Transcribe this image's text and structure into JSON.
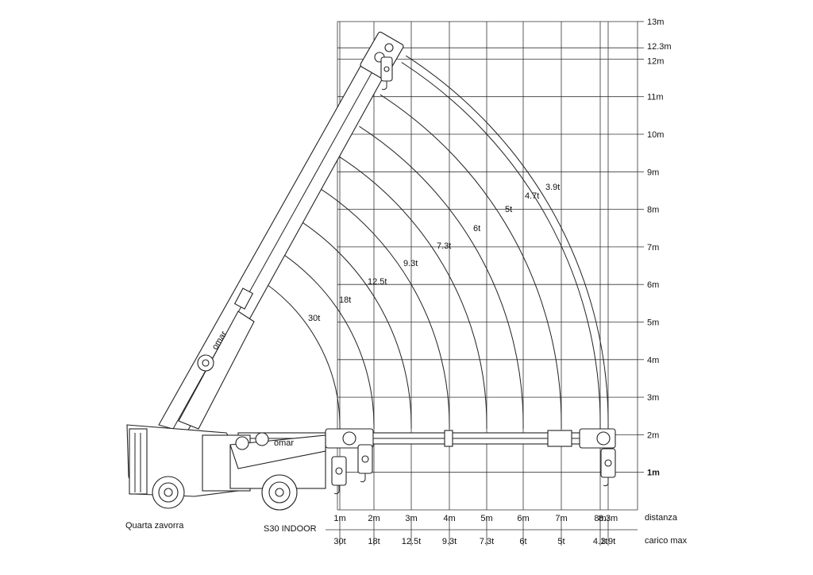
{
  "chart_data": {
    "type": "load-chart",
    "model": "S30 INDOOR",
    "ballast_label": "Quarta zavorra",
    "brand": "omar",
    "heights": [
      {
        "value": 1,
        "label": "1m"
      },
      {
        "value": 2,
        "label": "2m"
      },
      {
        "value": 3,
        "label": "3m"
      },
      {
        "value": 4,
        "label": "4m"
      },
      {
        "value": 5,
        "label": "5m"
      },
      {
        "value": 6,
        "label": "6m"
      },
      {
        "value": 7,
        "label": "7m"
      },
      {
        "value": 8,
        "label": "8m"
      },
      {
        "value": 9,
        "label": "9m"
      },
      {
        "value": 10,
        "label": "10m"
      },
      {
        "value": 11,
        "label": "11m"
      },
      {
        "value": 12,
        "label": "12m"
      },
      {
        "value": 12.3,
        "label": "12.3m"
      },
      {
        "value": 13,
        "label": "13m"
      }
    ],
    "distance_label": "distanza",
    "load_label": "carico max",
    "distances": [
      "1m",
      "2m",
      "3m",
      "4m",
      "5m",
      "6m",
      "7m",
      "8m",
      "8.3m"
    ],
    "loads": [
      "30t",
      "18t",
      "12.5t",
      "9.3t",
      "7.3t",
      "6t",
      "5t",
      "4.1t",
      "3.9t"
    ],
    "arc_labels": [
      "30t",
      "18t",
      "12.5t",
      "9.3t",
      "7.3t",
      "6t",
      "5t",
      "4.7t",
      "3.9t"
    ]
  }
}
